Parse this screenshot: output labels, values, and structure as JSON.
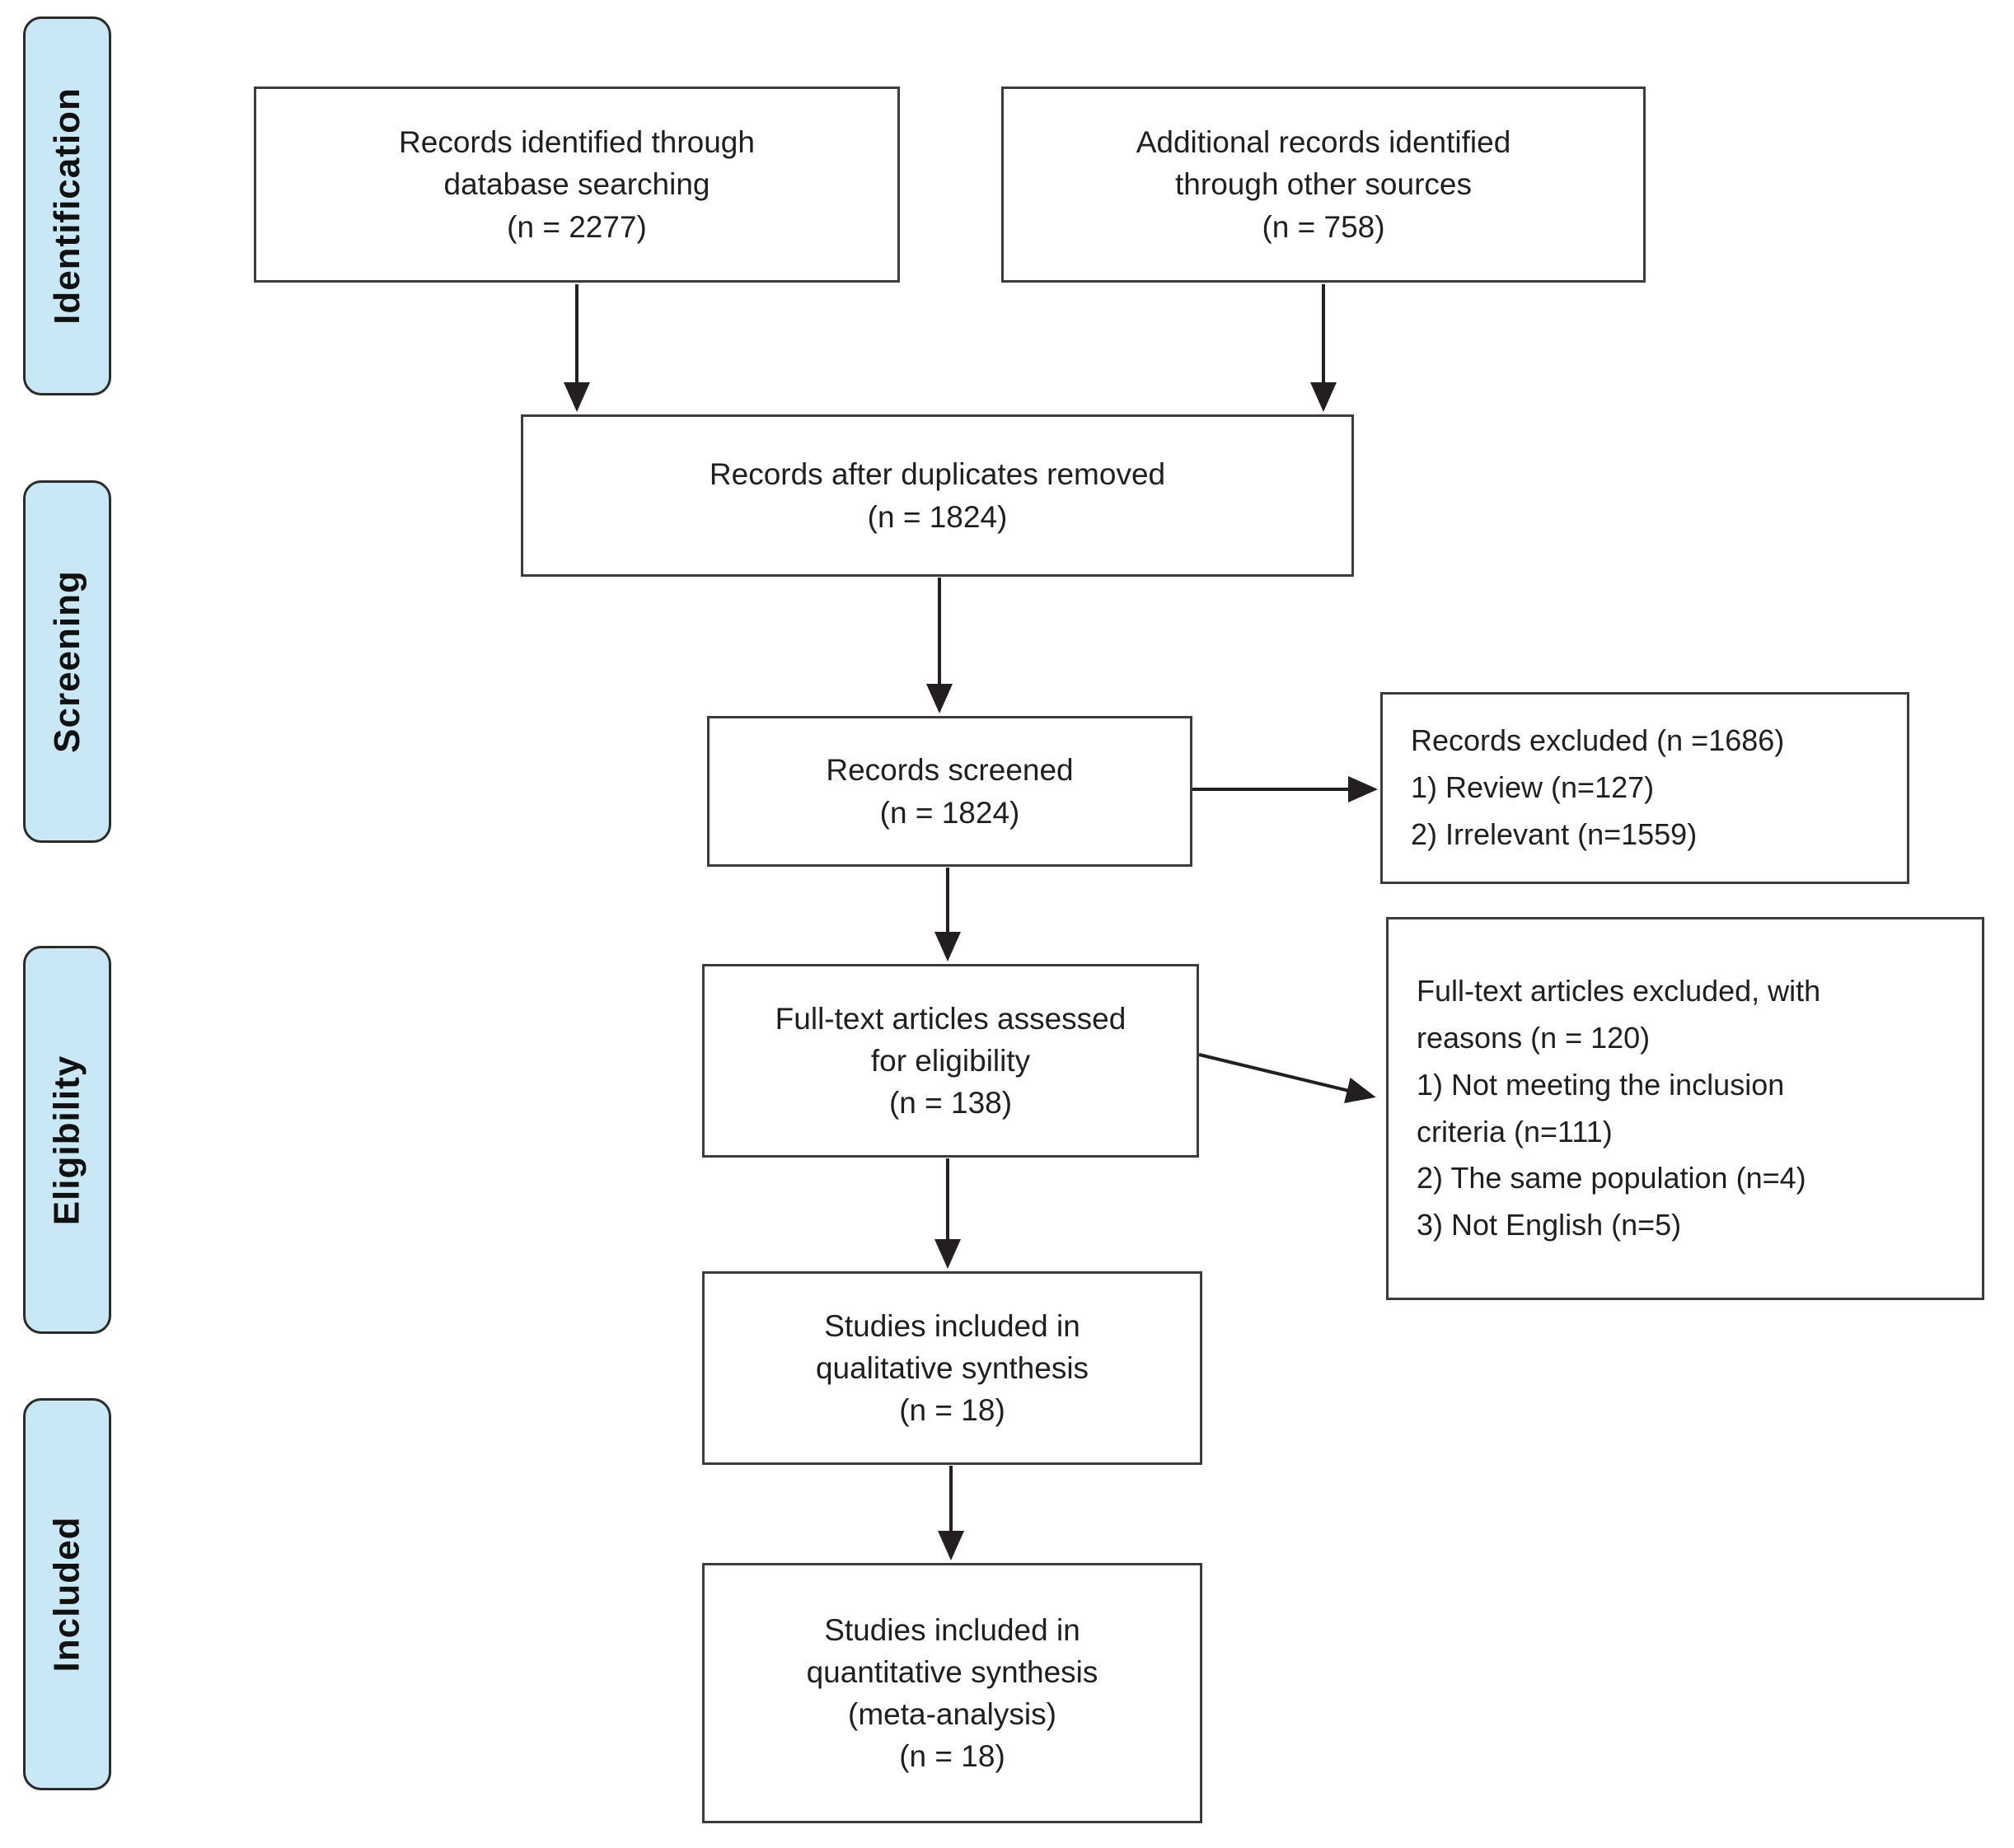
{
  "sidebar": {
    "stages": [
      {
        "label": "Identification"
      },
      {
        "label": "Screening"
      },
      {
        "label": "Eligibility"
      },
      {
        "label": "Included"
      }
    ]
  },
  "boxes": {
    "identified": "Records identified through\ndatabase searching\n(n = 2277)",
    "additional": "Additional records identified\nthrough other sources\n(n = 758)",
    "deduplicated": "Records after duplicates removed\n(n = 1824)",
    "screened": "Records screened\n(n = 1824)",
    "records_excluded": "Records excluded (n =1686)\n1) Review (n=127)\n2) Irrelevant (n=1559)",
    "fulltext_assessed": "Full-text articles assessed\nfor eligibility\n(n = 138)",
    "fulltext_excluded": "Full-text articles excluded, with\nreasons (n = 120)\n1) Not meeting the inclusion\ncriteria (n=111)\n2) The same population (n=4)\n3) Not English (n=5)",
    "qualitative": "Studies included in\nqualitative synthesis\n(n = 18)",
    "quantitative": "Studies included in\nquantitative synthesis\n(meta-analysis)\n(n = 18)"
  },
  "colors": {
    "stage_fill": "#c9e7f5",
    "stage_border": "#2b2b2b",
    "box_border": "#3c3c3c",
    "arrow": "#231f20",
    "text": "#1f1f1f",
    "background": "#ffffff"
  }
}
